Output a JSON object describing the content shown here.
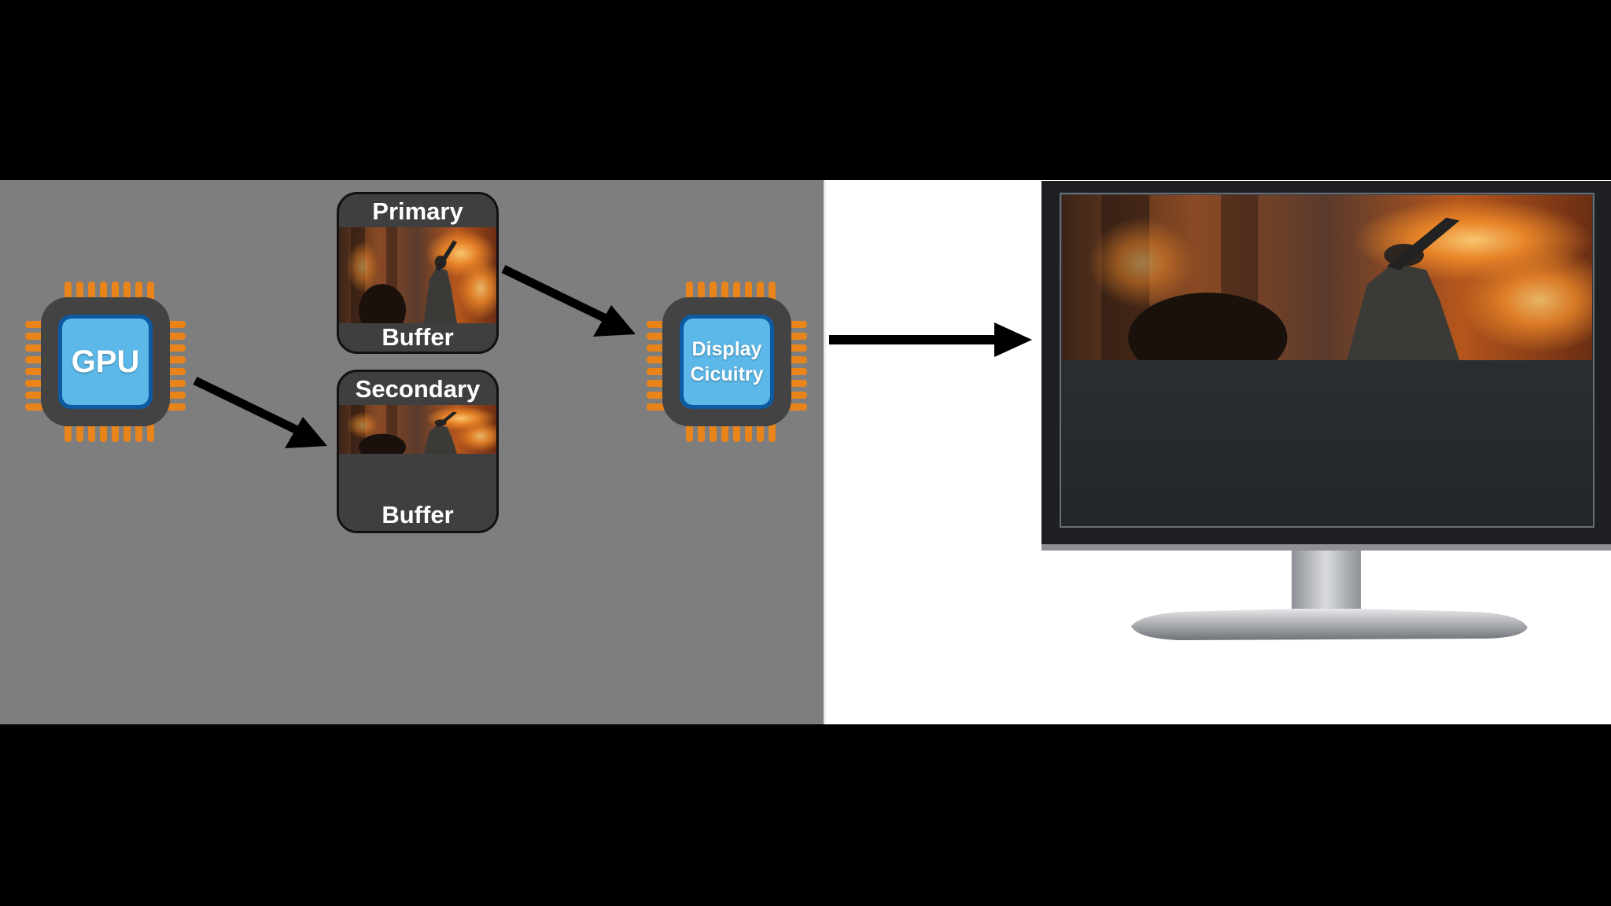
{
  "diagram": {
    "gpu_chip": {
      "label": "GPU"
    },
    "primary_buffer": {
      "title_top": "Primary",
      "title_bottom": "Buffer",
      "frame": "full"
    },
    "secondary_buffer": {
      "title_top": "Secondary",
      "title_bottom": "Buffer",
      "frame": "partial"
    },
    "display_chip": {
      "label_line1": "Display",
      "label_line2": "Cicuitry"
    },
    "monitor": {
      "frame": "partial"
    }
  },
  "colors": {
    "chip_pins": "#e8841a",
    "chip_body": "#444344",
    "chip_core": "#5cb8e8",
    "panel_background": "#7f7e7f",
    "arrow": "#000000",
    "fire": "#f08a2a"
  },
  "icons": [
    "gpu-chip-icon",
    "display-chip-icon",
    "arrow-icon",
    "monitor-icon"
  ]
}
